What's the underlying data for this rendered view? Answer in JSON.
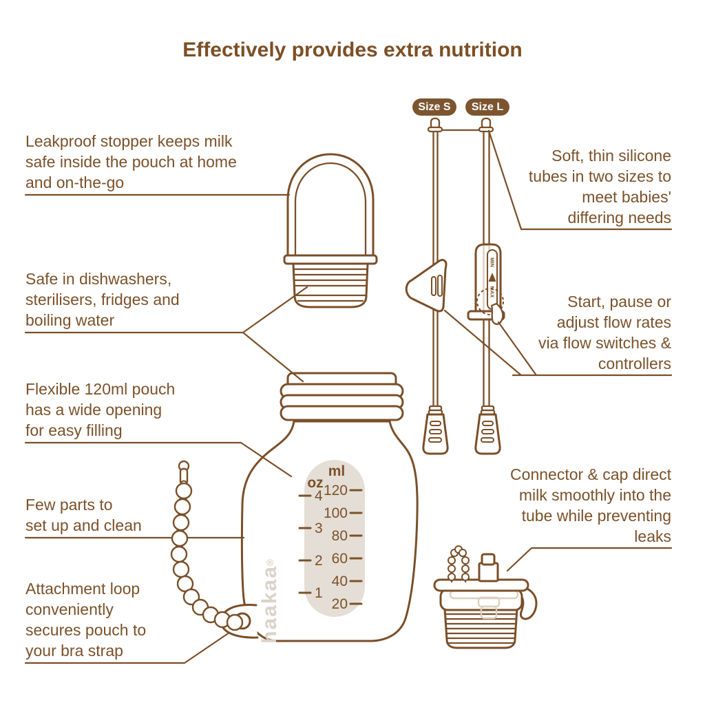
{
  "title": "Effectively provides extra nutrition",
  "theme": {
    "line_brown": "#7a4e27",
    "text_brown": "#7b5129",
    "badge_bg": "#7c5530",
    "panel_fill": "#e5ded6",
    "logo_gray": "#d9d3c9"
  },
  "badges": {
    "size_s": "Size S",
    "size_l": "Size L"
  },
  "annotations": {
    "leakproof": "Leakproof stopper keeps milk\nsafe inside the pouch at home\nand on-the-go",
    "dishwasher": "Safe in dishwashers,\nsterilisers, fridges and\nboiling water",
    "flexible": "Flexible 120ml pouch\nhas a wide opening\nfor easy filling",
    "few_parts": "Few parts to\nset up and clean",
    "attachment": "Attachment loop\nconveniently\nsecures pouch to\nyour bra strap",
    "tubes": "Soft, thin silicone\ntubes in two sizes to\nmeet babies'\ndiffering needs",
    "flow": "Start, pause or\nadjust flow rates\nvia flow switches &\ncontrollers",
    "connector": "Connector & cap direct\nmilk smoothly into the\ntube while preventing\nleaks"
  },
  "scale": {
    "oz_label": "oz",
    "ml_label": "ml",
    "oz": [
      "4",
      "3",
      "2",
      "1"
    ],
    "ml": [
      "120",
      "100",
      "80",
      "60",
      "40",
      "20"
    ]
  },
  "controller": {
    "min": "MIN",
    "max": "MAX"
  },
  "logo": {
    "text": "haakaa",
    "reg": "®"
  }
}
